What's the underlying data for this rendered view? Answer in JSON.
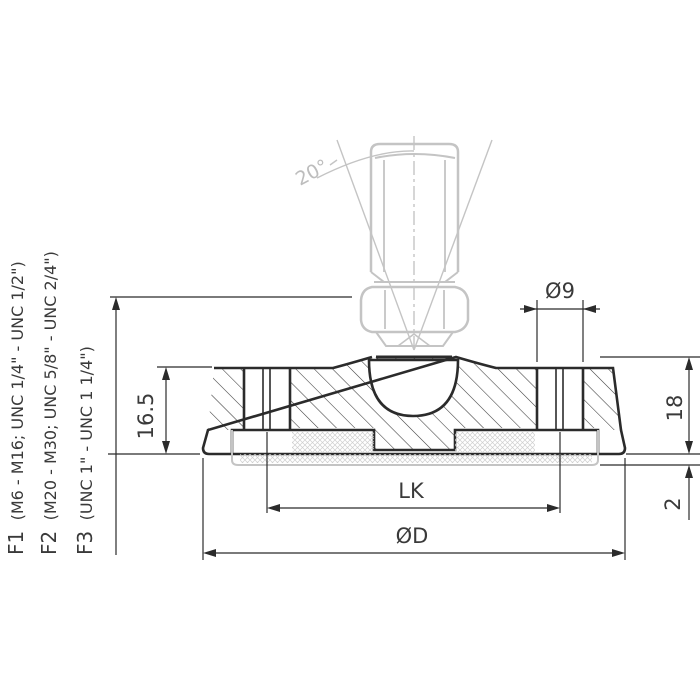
{
  "dimensions": {
    "angle": "20°",
    "hole_diameter": "Ø9",
    "overall_height": "16.5",
    "base_height": "18",
    "pad_thickness": "2",
    "bolt_circle": "LK",
    "outer_diameter": "ØD"
  },
  "variants": [
    {
      "code": "F1",
      "threads": "(M6 - M16; UNC 1/4\" - UNC 1/2\")"
    },
    {
      "code": "F2",
      "threads": "(M20 - M30; UNC 5/8\" - UNC 2/4\")"
    },
    {
      "code": "F3",
      "threads": "(UNC 1\" - UNC 1 1/4\")"
    }
  ],
  "colors": {
    "line": "#2b2b2b",
    "ghost": "#c4c4c4",
    "hatch": "#3a3a3a",
    "pad_hatch": "#cfcfcf"
  }
}
